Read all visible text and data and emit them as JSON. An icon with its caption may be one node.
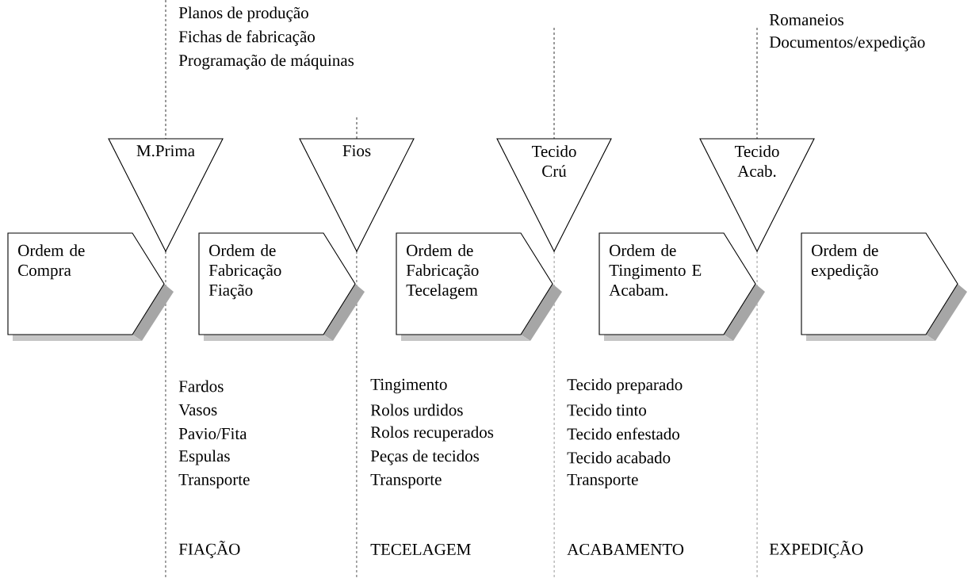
{
  "diagram": {
    "nodes": [
      {
        "text": [
          "Ordem de Compra"
        ]
      },
      {
        "text": [
          "M.Prima"
        ]
      },
      {
        "text": [
          "Ordem de Fabricação Fiação"
        ]
      },
      {
        "text": [
          "Fios"
        ]
      },
      {
        "text": [
          "Ordem de Fabricação Tecelagem"
        ]
      },
      {
        "text": [
          "Tecido Crú"
        ]
      },
      {
        "text": [
          "Ordem de Tingimento E Acabam."
        ]
      },
      {
        "text": [
          "Tecido Acab."
        ]
      },
      {
        "text": [
          "Ordem de expedição"
        ]
      }
    ],
    "labels": [
      "Planos de produção",
      "Fichas de fabricação",
      "Programação de máquinas",
      "Romaneios",
      "Documentos/expedição",
      "Fardos",
      "Vasos",
      "Pavio/Fita",
      "Espulas",
      "Transporte",
      "Tingimento",
      "Rolos urdidos",
      "Rolos recuperados",
      "Peças de tecidos",
      "Transporte",
      "Tecido preparado",
      "Tecido tinto",
      "Tecido enfestado",
      "Tecido acabado",
      "Transporte",
      "FIAÇÃO",
      "TECELAGEM",
      "ACABAMENTO",
      "EXPEDIÇÃO"
    ]
  }
}
